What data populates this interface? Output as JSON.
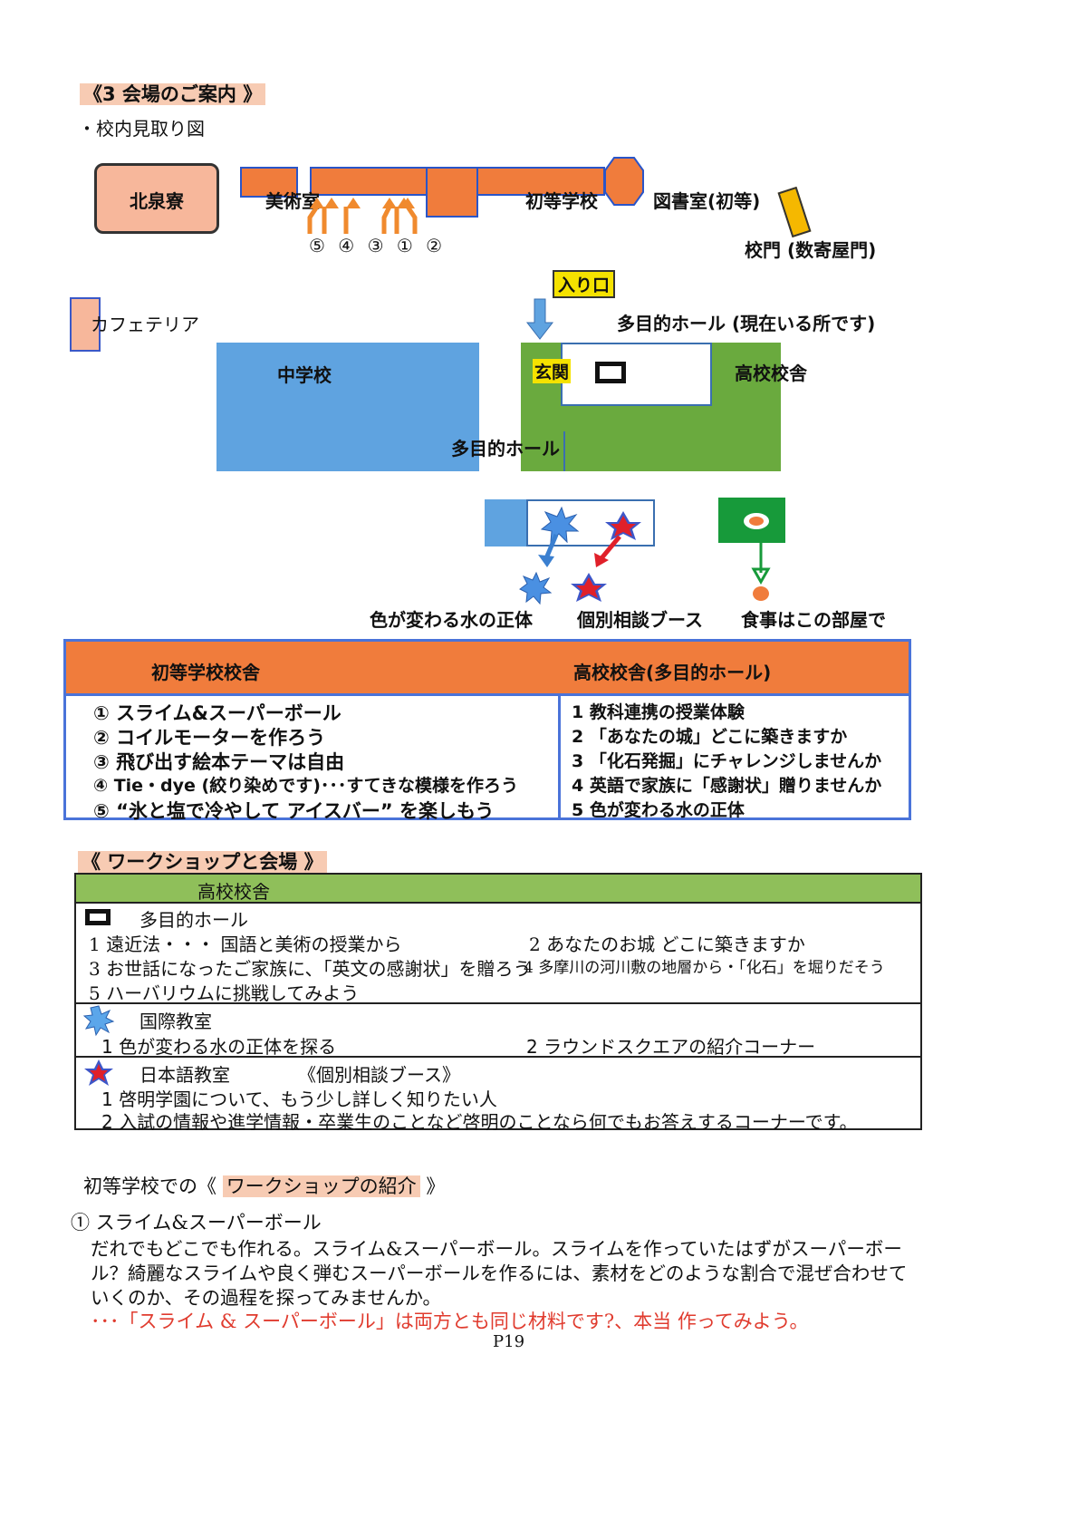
{
  "section3_title": "《3 会場のご案内 》",
  "campus_map_label": "・校内見取り図",
  "map": {
    "kitaizumi": "北泉寮",
    "art_room": "美術室",
    "elementary": "初等学校",
    "library": "図書室(初等)",
    "booth_numbers": "⑤ ④ ③ ① ②",
    "gate": "校門 (数寄屋門)",
    "cafeteria": "カフェテリア",
    "entrance_tag": "入り口",
    "hall_current": "多目的ホール (現在いる所です)",
    "middle_school": "中学校",
    "genkan": "玄関",
    "high_school_bldg": "高校校舎",
    "hall": "多目的ホール",
    "water_booth": "色が変わる水の正体",
    "consult_booth": "個別相談ブース",
    "meal_room": "食事はこの部屋で"
  },
  "table1": {
    "header_left": "初等学校校舎",
    "header_right": "高校校舎(多目的ホール)",
    "left_rows": [
      "① スライム&スーパーボール",
      "② コイルモーターを作ろう",
      "③ 飛び出す絵本テーマは自由",
      "④ Tie・dye (絞り染めです)･･･すてきな模様を作ろう",
      "⑤ “氷と塩で冷やして アイスバー” を楽しもう"
    ],
    "right_rows": [
      "1 教科連携の授業体験",
      "2 「あなたの城」どこに築きますか",
      "3 「化石発掘」にチャレンジしませんか",
      "4 英語で家族に「感謝状」贈りませんか",
      "5 色が変わる水の正体"
    ]
  },
  "workshop_title": "《 ワークショップと会場 》",
  "table2": {
    "header": "高校校舎",
    "hall_title": "多目的ホール",
    "hall_items": [
      "1 遠近法・・・ 国語と美術の授業から",
      "2 あなたのお城 どこに築きますか",
      "3 お世話になったご家族に、「英文の感謝状」を贈ろう",
      "4 多摩川の河川敷の地層から・「化石」を堀りだそう",
      "5 ハーバリウムに挑戦してみよう"
    ],
    "intl_title": "国際教室",
    "intl_items": [
      "1 色が変わる水の正体を探る",
      "2 ラウンドスクエアの紹介コーナー"
    ],
    "jp_title": "日本語教室",
    "jp_subtitle": "《個別相談ブース》",
    "jp_items": [
      "1 啓明学園について、もう少し詳しく知りたい人",
      "2 入試の情報や進学情報・卒業生のことなど啓明のことなら何でもお答えするコーナーです。"
    ]
  },
  "intro": {
    "prefix": "初等学校での《 ",
    "highlight": "ワークショップの紹介",
    "suffix": " 》",
    "item_title": "① スライム&スーパーボール",
    "lines": [
      "だれでもどこでも作れる。スライム&スーパーボール。スライムを作っていたはずがスーパーボー",
      "ル？綺麗なスライムや良く弾むスーパーボールを作るには、素材をどのような割合で混ぜ合わせて",
      "いくのか、その過程を探ってみませんか。"
    ],
    "note": "･･･「スライム & スーパーボール」は両方とも同じ材料です?、本当 作ってみよう。"
  },
  "page_number": "P19",
  "colors": {
    "orange": "#f07c3c",
    "peach": "#f7c0a3",
    "blue": "#5fa3e0",
    "green": "#6aaa3e",
    "yellow": "#f5e200",
    "red_text": "#e03b2e",
    "border_blue": "#4a73d9"
  }
}
